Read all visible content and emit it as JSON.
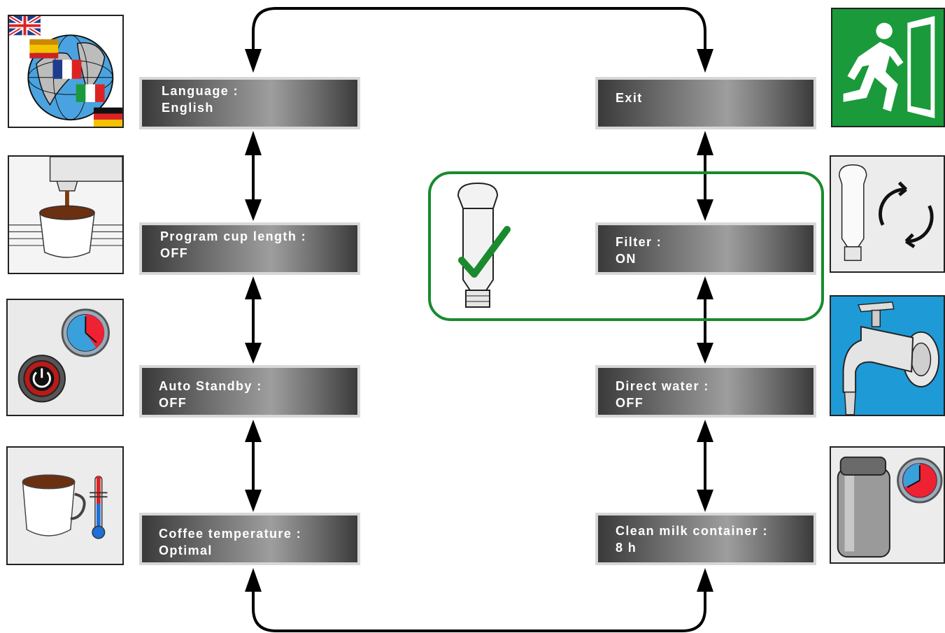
{
  "menu": {
    "left": [
      {
        "title": "Language :",
        "value": "English",
        "icon": "globe-flags-icon"
      },
      {
        "title": "Program cup length :",
        "value": "OFF",
        "icon": "coffee-dispensing-icon"
      },
      {
        "title": "Auto Standby :",
        "value": "OFF",
        "icon": "power-timer-icon"
      },
      {
        "title": "Coffee temperature :",
        "value": "Optimal",
        "icon": "cup-thermometer-icon"
      }
    ],
    "right": [
      {
        "title": "Exit",
        "value": "",
        "icon": "exit-running-man-icon"
      },
      {
        "title": "Filter :",
        "value": "ON",
        "icon": "filter-replace-icon"
      },
      {
        "title": "Direct water :",
        "value": "OFF",
        "icon": "water-tap-icon"
      },
      {
        "title": "Clean milk container :",
        "value": "8 h",
        "icon": "milk-container-timer-icon"
      }
    ]
  },
  "highlight": {
    "icon": "filter-checkmark-icon",
    "color": "#1a8a2e"
  },
  "colors": {
    "exit_green": "#1a9a3a",
    "water_blue": "#1e9ad6",
    "arrow": "#000000"
  }
}
